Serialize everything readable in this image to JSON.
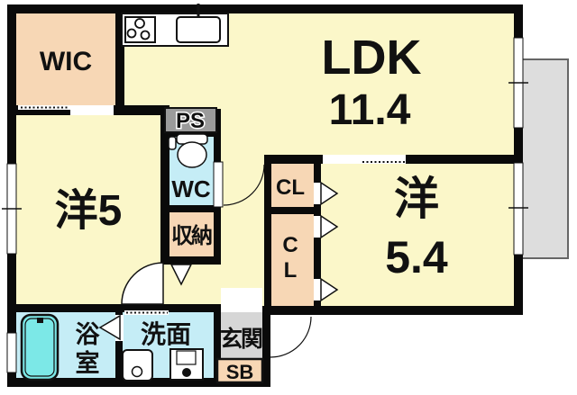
{
  "colors": {
    "room_yellow": "#FBF7C9",
    "peach": "#F7D7B5",
    "light_blue": "#C5EDF6",
    "tub_cyan": "#7CE8E7",
    "entry_gray": "#D6D6D6",
    "ps_gray": "#9B9B9B",
    "balcony_gray": "#DDDDDD",
    "wall_black": "#0A0A0A"
  },
  "rooms": {
    "wic": "WIC",
    "ldk_name": "LDK",
    "ldk_area": "11.4",
    "west5": "洋5",
    "west54_name": "洋",
    "west54_area": "5.4",
    "ps": "PS",
    "wc": "WC",
    "storage": "収納",
    "closet_top": "CL",
    "closet_bottom_c": "C",
    "closet_bottom_l": "L",
    "bath_1": "浴",
    "bath_2": "室",
    "washroom": "洗面",
    "entrance": "玄関",
    "shoebox": "SB"
  }
}
